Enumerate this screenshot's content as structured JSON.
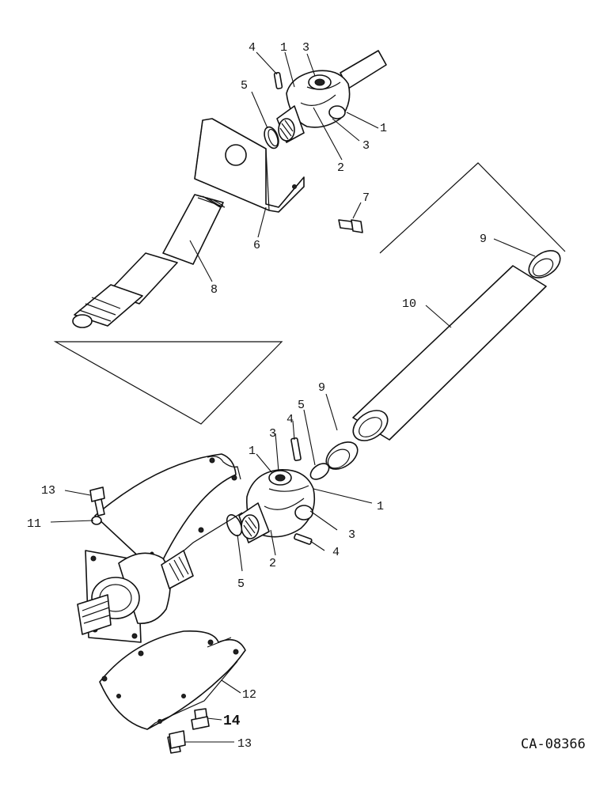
{
  "figure": {
    "reference": "CA-08366"
  },
  "callouts": [
    {
      "id": "c4-top",
      "label": "4"
    },
    {
      "id": "c1-top",
      "label": "1"
    },
    {
      "id": "c3-top",
      "label": "3"
    },
    {
      "id": "c5-top",
      "label": "5"
    },
    {
      "id": "c1-top-right",
      "label": "1"
    },
    {
      "id": "c3-top-right",
      "label": "3"
    },
    {
      "id": "c2-top",
      "label": "2"
    },
    {
      "id": "c7",
      "label": "7"
    },
    {
      "id": "c6",
      "label": "6"
    },
    {
      "id": "c8",
      "label": "8"
    },
    {
      "id": "c9-top",
      "label": "9"
    },
    {
      "id": "c10",
      "label": "10"
    },
    {
      "id": "c9-mid",
      "label": "9"
    },
    {
      "id": "c5-mid",
      "label": "5"
    },
    {
      "id": "c4-mid",
      "label": "4"
    },
    {
      "id": "c3-bot",
      "label": "3"
    },
    {
      "id": "c1-bot",
      "label": "1"
    },
    {
      "id": "c13-top",
      "label": "13"
    },
    {
      "id": "c1-bot-right",
      "label": "1"
    },
    {
      "id": "c11",
      "label": "11"
    },
    {
      "id": "c3-bot-right",
      "label": "3"
    },
    {
      "id": "c4-bot",
      "label": "4"
    },
    {
      "id": "c2-bot",
      "label": "2"
    },
    {
      "id": "c5-bot",
      "label": "5"
    },
    {
      "id": "c12",
      "label": "12"
    },
    {
      "id": "c14",
      "label": "14"
    },
    {
      "id": "c13-bot",
      "label": "13"
    }
  ]
}
